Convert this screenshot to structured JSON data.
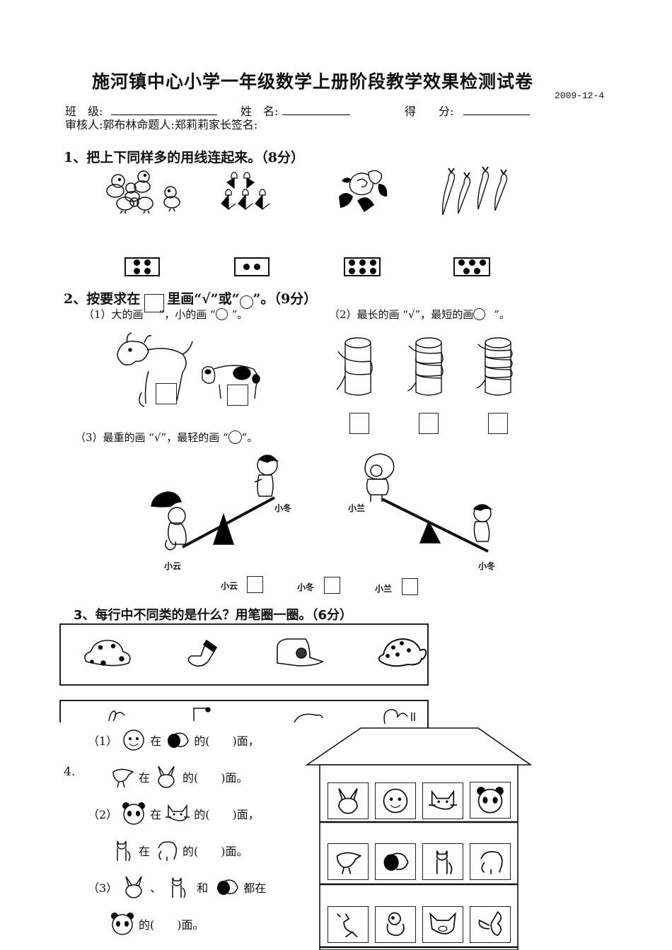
{
  "header": {
    "title": "施河镇中心小学一年级数学上册阶段教学效果检测试卷",
    "date": "2009-12-4",
    "class_label": "班　级:",
    "name_label": "姓　名:",
    "score_label": "得　　分:",
    "reviewer_label": "审核人:",
    "reviewer": "郭布林",
    "author_label": "命题人:",
    "author": "郑莉莉",
    "parent_label": "家长签名:"
  },
  "q1": {
    "title": "1、把上下同样多的用线连起来。（8分）",
    "pictures": [
      {
        "icon": "chicks-icon",
        "count": 6
      },
      {
        "icon": "tulips-icon",
        "count": 5
      },
      {
        "icon": "roses-icon",
        "count": 1
      },
      {
        "icon": "carrots-icon",
        "count": 4
      }
    ],
    "dot_cards": [
      4,
      2,
      6,
      5
    ]
  },
  "q2": {
    "title_a": "2、按要求在",
    "title_b": "里画“√”或“",
    "title_c": "”。（9分）",
    "part1": {
      "label_a": "（1）大的画",
      "label_b": "”，小的画 “",
      "label_c": "”。"
    },
    "part2": {
      "label_a": "（2）最长的画 “√”，最短的画",
      "label_b": "”。"
    },
    "part1_items": [
      "big-cow-icon",
      "small-cow-icon"
    ],
    "part2_items": [
      "cylinder-2-coils-icon",
      "cylinder-3-coils-icon",
      "cylinder-4-coils-icon"
    ],
    "part3": {
      "label_a": "（3）最重的画 “√”，最轻的画 “",
      "label_b": "”。",
      "seesaw1": {
        "low": "小云",
        "high": "小冬"
      },
      "seesaw2": {
        "high": "小兰",
        "low": "小冬"
      },
      "answers": [
        "小云",
        "小冬",
        "小兰"
      ]
    }
  },
  "q3": {
    "title": "3、每行中不同类的是什么？用笔圈一圈。（6分）",
    "row1": [
      "hat-icon",
      "sock-icon",
      "cap-icon",
      "sunhat-icon"
    ],
    "row2": [
      "rabbit-icon",
      "dog-icon",
      "animal-icon",
      "animal-icon"
    ]
  },
  "q4": {
    "number": "4.",
    "lines": [
      {
        "prefix": "（1）",
        "a": "monkey-icon",
        "mid": "在",
        "b": "dog-icon",
        "tail": "的(　　)面，"
      },
      {
        "prefix": "",
        "a": "chick-icon",
        "mid": "在",
        "b": "rabbit-icon",
        "tail": "的(　　)面。"
      },
      {
        "prefix": "（2）",
        "a": "panda-icon",
        "mid": "在",
        "b": "cat-icon",
        "tail": "的(　　)面，"
      },
      {
        "prefix": "",
        "a": "kitten-icon",
        "mid": "在",
        "b": "elephant-icon",
        "tail": "的(　　)面。"
      }
    ],
    "line5": {
      "prefix": "（3）",
      "sep": "、",
      "and": "和",
      "tail": "都在"
    },
    "line6": {
      "tail": "的(　　)面。"
    },
    "house": {
      "floors": [
        [
          "rabbit",
          "monkey",
          "cat",
          "panda"
        ],
        [
          "chick",
          "dog",
          "kitten",
          "elephant"
        ],
        [
          "deer",
          "duckling",
          "pig",
          "butterfly"
        ]
      ]
    }
  }
}
